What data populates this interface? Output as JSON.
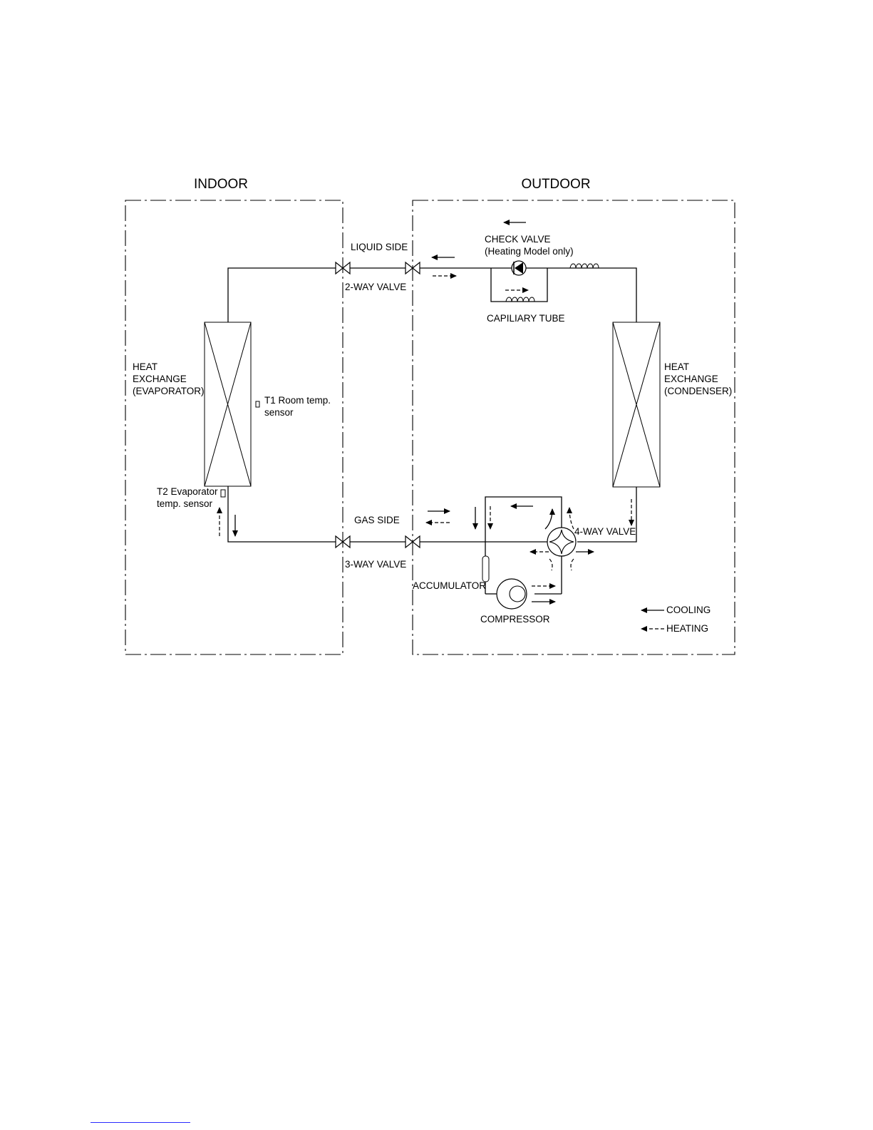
{
  "sections": {
    "indoor": "INDOOR",
    "outdoor": "OUTDOOR"
  },
  "labels": {
    "liquid_side": "LIQUID SIDE",
    "two_way_valve": "2-WAY VALVE",
    "gas_side": "GAS SIDE",
    "three_way_valve": "3-WAY VALVE",
    "check_valve": "CHECK VALVE",
    "check_valve_note": "(Heating Model only)",
    "capillary_tube": "CAPILIARY TUBE",
    "evap_line1": "HEAT",
    "evap_line2": "EXCHANGE",
    "evap_line3": "(EVAPORATOR)",
    "cond_line1": "HEAT",
    "cond_line2": "EXCHANGE",
    "cond_line3": "(CONDENSER)",
    "t1_line1": "T1 Room temp.",
    "t1_line2": "sensor",
    "t2_line1": "T2 Evaporator",
    "t2_line2": "temp. sensor",
    "four_way_valve": "4-WAY VALVE",
    "accumulator": "ACCUMULATOR",
    "compressor": "COMPRESSOR"
  },
  "legend": {
    "cooling": "COOLING",
    "heating": "HEATING"
  }
}
